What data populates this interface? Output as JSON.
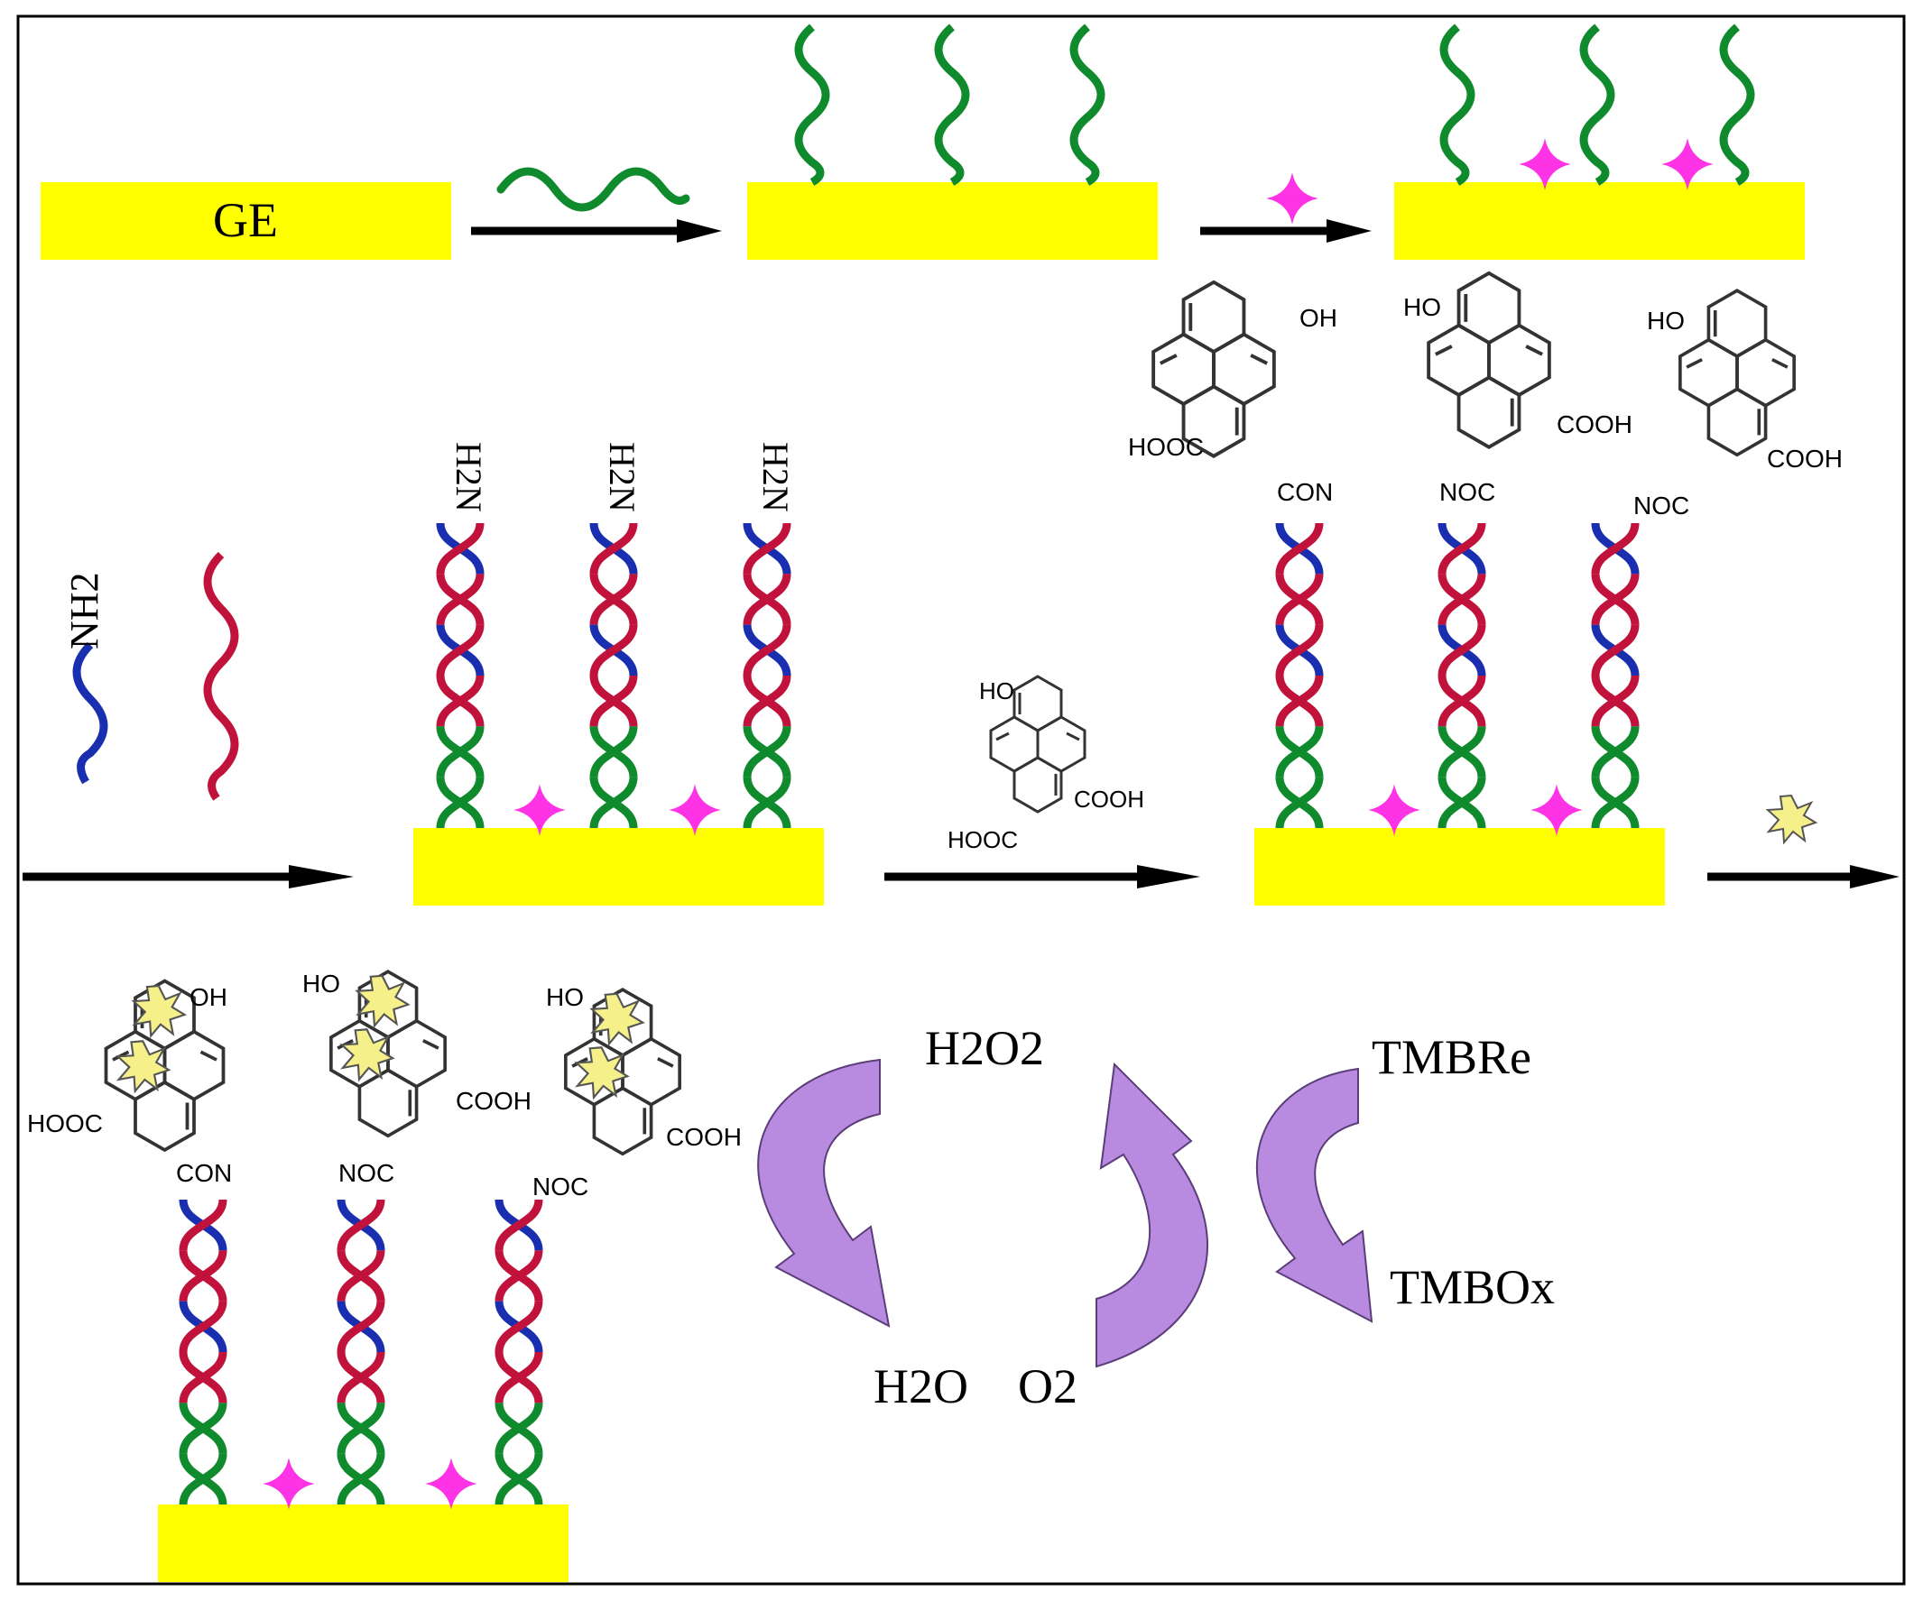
{
  "labels": {
    "electrode": "GE",
    "amine_top": "H2N",
    "amine_free": "NH2",
    "oh": "OH",
    "ho": "HO",
    "cooh": "COOH",
    "hooc": "HOOC",
    "con": "CON",
    "noc": "NOC",
    "h2o2": "H2O2",
    "h2o": "H2O",
    "o2": "O2",
    "tmb_re": "TMBRe",
    "tmb_ox": "TMBOx"
  },
  "colors": {
    "electrode": "#ffff00",
    "strand_green": "#0f8a2c",
    "strand_red": "#c0123a",
    "strand_blue": "#1a2fb0",
    "blocker": "#ff33e6",
    "nanozyme": "#f6f08a",
    "cycle_arrow": "#b98be0",
    "arrow": "#000000"
  },
  "icons": [
    "gold-electrode",
    "ssDNA-probe",
    "blocker-star",
    "pyrene-molecule",
    "nanozyme-particle",
    "curved-arrow",
    "process-arrow"
  ]
}
